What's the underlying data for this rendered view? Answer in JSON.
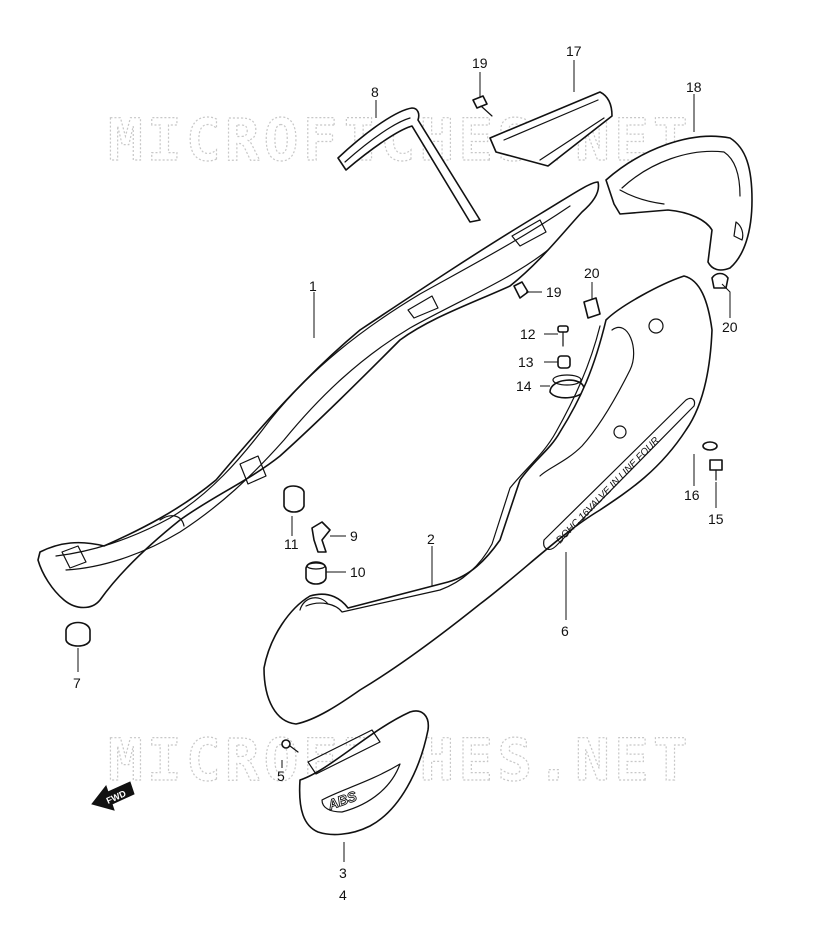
{
  "watermark": "MICROFICHES.NET",
  "callouts": {
    "p1": "1",
    "p2": "2",
    "p3": "3",
    "p4": "4",
    "p5": "5",
    "p6": "6",
    "p7": "7",
    "p8": "8",
    "p9": "9",
    "p10": "10",
    "p11": "11",
    "p12": "12",
    "p13": "13",
    "p14": "14",
    "p15": "15",
    "p16": "16",
    "p17": "17",
    "p18": "18",
    "p19a": "19",
    "p19b": "19",
    "p20a": "20",
    "p20b": "20"
  },
  "decals": {
    "tail_stripe": "DOHC 16VALVE IN LINE FOUR",
    "side_badge": "ABS"
  },
  "direction_marker": "FWD"
}
